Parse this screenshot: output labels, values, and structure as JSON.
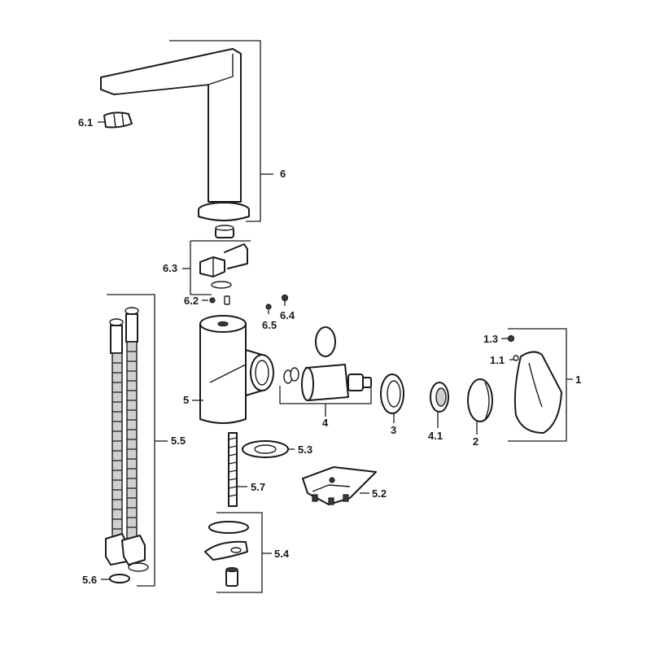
{
  "callouts": {
    "c6": "6",
    "c6_1": "6.1",
    "c6_3": "6.3",
    "c6_2": "6.2",
    "c6_5": "6.5",
    "c6_4": "6.4",
    "c5": "5",
    "c5_5": "5.5",
    "c5_3": "5.3",
    "c5_7": "5.7",
    "c5_2": "5.2",
    "c5_4": "5.4",
    "c5_6": "5.6",
    "c4": "4",
    "c3": "3",
    "c4_1": "4.1",
    "c2": "2",
    "c1": "1",
    "c1_3": "1.3",
    "c1_1": "1.1"
  }
}
